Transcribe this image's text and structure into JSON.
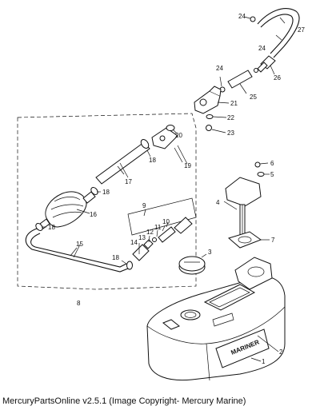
{
  "caption": "MercuryPartsOnline v2.5.1 (Image Copyright- Mercury Marine)",
  "tank_label": "MARINER",
  "callouts": [
    "24",
    "27",
    "24",
    "26",
    "24",
    "25",
    "21",
    "22",
    "23",
    "20",
    "19",
    "18",
    "17",
    "18",
    "16",
    "18",
    "15",
    "14",
    "13",
    "12",
    "11",
    "10",
    "9",
    "18",
    "8",
    "6",
    "5",
    "4",
    "7",
    "3",
    "2",
    "1"
  ]
}
